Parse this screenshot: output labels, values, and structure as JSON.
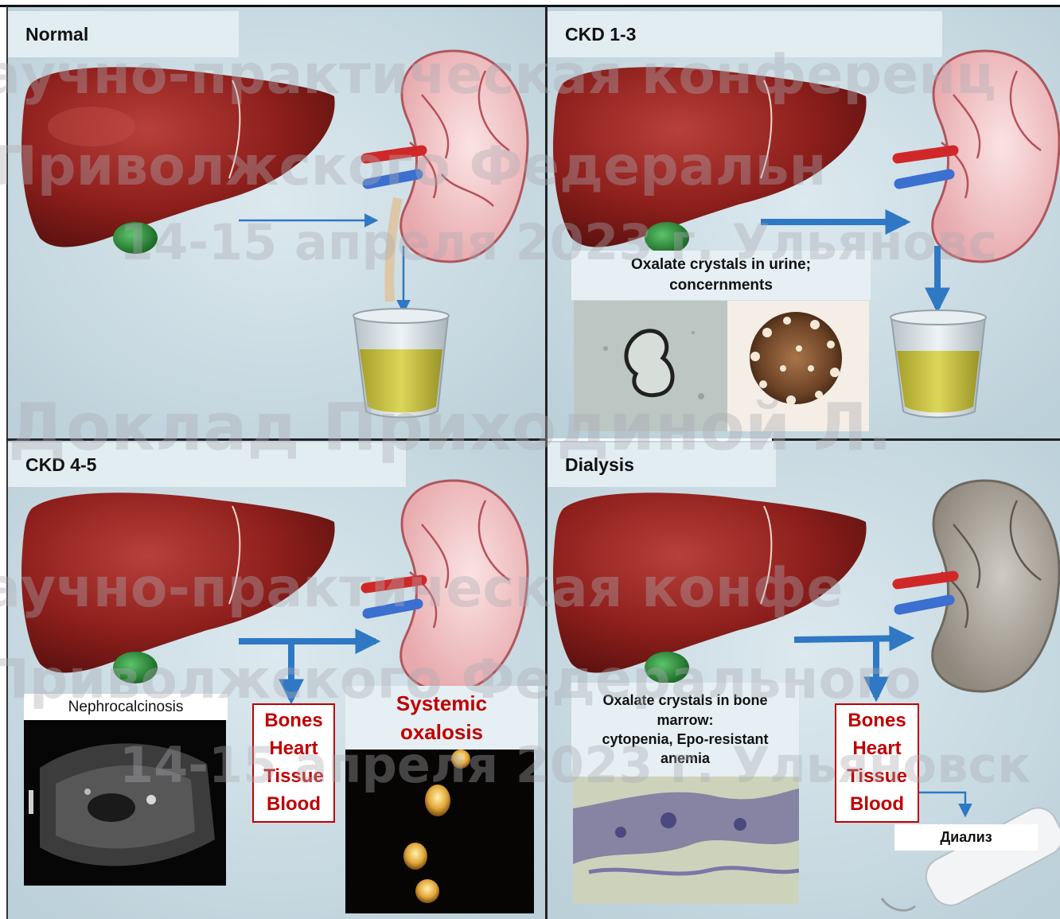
{
  "panels": {
    "normal": {
      "title": "Normal"
    },
    "ckd13": {
      "title": "CKD 1-3",
      "label": "Oxalate crystals in urine;\nconcernments"
    },
    "ckd45": {
      "title": "CKD  4-5",
      "nephro_label": "Nephrocalcinosis",
      "organs": "Bones\nHeart\nTissue\nBlood",
      "systemic_label": "Systemic\noxalosis"
    },
    "dialysis": {
      "title": "Dialysis",
      "marrow_label": "Oxalate crystals in bone\nmarrow:\ncytopenia, Epo-resistant\nanemia",
      "organs": "Bones\nHeart\nTissue\nBlood",
      "dialyzer_label": "Диализ"
    }
  },
  "watermarks": [
    "аучно-практическая конференц",
    "Приволжского Федеральн",
    "14-15 апреля 2023 г. Ульяновс",
    "Доклад Приходиной Л.",
    "аучно-практическая конфе",
    "Приволжского Федерального",
    "14-15 апреля 2023 г. Ульяновск"
  ],
  "colors": {
    "panel_bg": "#c9dbe3",
    "liver": "#8e1f1c",
    "gallbladder": "#2f8a3a",
    "kidney": "#f1c6c8",
    "arrow": "#2f78c4",
    "urine": "#c8c03a",
    "accent_red": "#c00000",
    "label_bg": "#e6f0f4"
  }
}
